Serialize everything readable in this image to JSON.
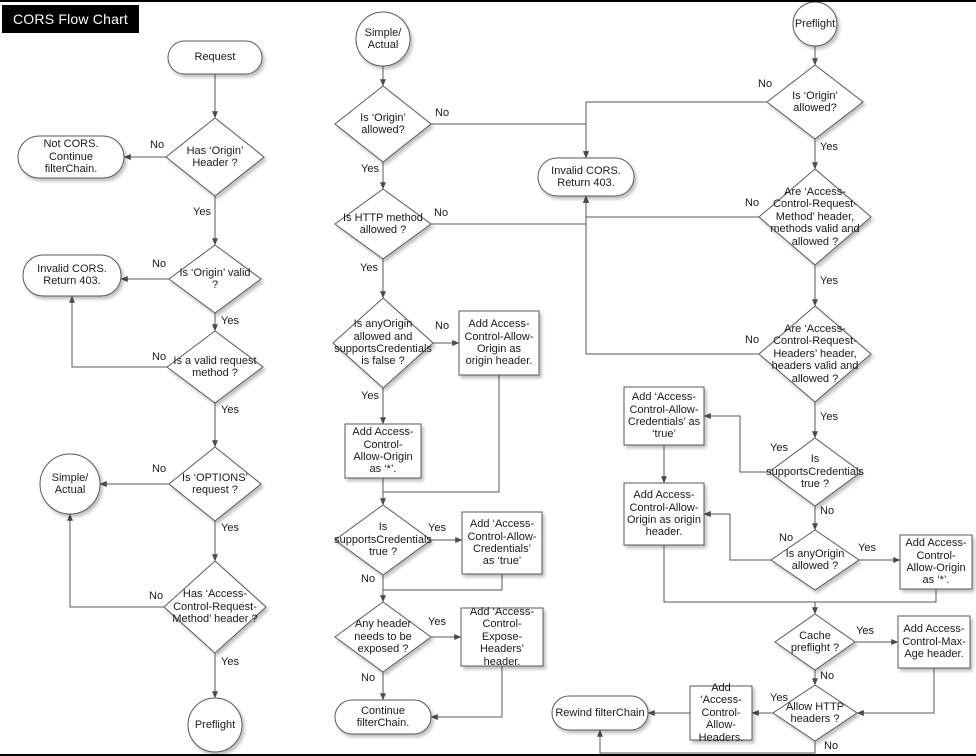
{
  "title": "CORS Flow Chart",
  "labels": {
    "yes": "Yes",
    "no": "No"
  },
  "colors": {
    "shape_fill": "#ffffff",
    "shape_stroke": "#5a5a5a",
    "edge": "#5a5a5a",
    "title_bg": "#000000",
    "title_fg": "#ffffff"
  },
  "nodes": {
    "request": "Request",
    "has_origin_header": "Has ‘Origin’ Header ?",
    "not_cors": "Not CORS. Continue filterChain.",
    "is_origin_valid": "Is ‘Origin’ valid ?",
    "invalid_cors_left": "Invalid CORS. Return 403.",
    "is_valid_method": "Is a valid request method ?",
    "is_options_request": "Is ‘OPTIONS’ request ?",
    "simple_actual_left": "Simple/\nActual",
    "has_acrm_header": "Has ‘Access-Control-Request-Method’ header ?",
    "preflight_left": "Preflight",
    "simple_actual_mid": "Simple/\nActual",
    "is_origin_allowed_mid": "Is ‘Origin’ allowed?",
    "invalid_cors_mid": "Invalid CORS. Return 403.",
    "is_http_method_allowed": "Is HTTP method allowed ?",
    "is_anyorigin_credfalse": "Is anyOrigin allowed and supportsCredentials is false ?",
    "add_acao_origin_mid": "Add Access-Control-Allow-Origin as origin header.",
    "add_acao_star_mid": "Add Access-Control-Allow-Origin as ‘*’.",
    "is_supports_cred_mid": "Is supportsCredentials true ?",
    "add_acac_true_mid": "Add ‘Access-Control-Allow-Credentials’ as ‘true’",
    "any_header_exposed": "Any header needs to be exposed ?",
    "add_expose_headers": "Add ‘Access-Control-Expose-Headers’ header.",
    "continue_filterchain": "Continue filterChain.",
    "preflight_right": "Preflight",
    "is_origin_allowed_right": "Is ‘Origin’ allowed?",
    "are_acrm_valid": "Are ‘Access-Control-Request-Method’ header, methods  valid and allowed ?",
    "are_acrh_valid": "Are ‘Access-Control-Request-Headers’ header, headers valid and allowed ?",
    "add_acac_true_right": "Add ‘Access-Control-Allow-Credentials’ as ‘true’",
    "is_supports_cred_right": "Is supportsCredentials true ?",
    "add_acao_origin_right": "Add Access-Control-Allow-Origin as origin header.",
    "is_anyorigin_allowed": "Is anyOrigin allowed ?",
    "add_acao_star_right": "Add Access-Control-Allow-Origin as ‘*’.",
    "cache_preflight": "Cache preflight ?",
    "add_max_age": "Add Access-Control-Max-Age header.",
    "allow_http_headers": "Allow HTTP headers ?",
    "add_allow_headers": "Add ‘Access-Control-Allow-Headers.",
    "rewind_filterchain": "Rewind filterChain"
  }
}
